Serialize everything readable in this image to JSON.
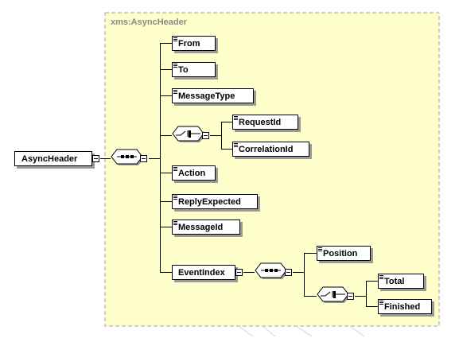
{
  "group": {
    "label": "xms:AsyncHeader"
  },
  "root": {
    "label": "AsyncHeader"
  },
  "elements": {
    "from": "From",
    "to": "To",
    "message_type": "MessageType",
    "request_id": "RequestId",
    "correlation_id": "CorrelationId",
    "action": "Action",
    "reply_expected": "ReplyExpected",
    "message_id": "MessageId",
    "event_index": "EventIndex",
    "position": "Position",
    "total": "Total",
    "finished": "Finished"
  },
  "colors": {
    "group_fill": "#ffffcc",
    "group_border": "#a0a0a0",
    "shadow": "#9a9a9a",
    "line": "#000000"
  },
  "icons": {
    "sequence": "sequence-compositor-icon",
    "choice": "choice-compositor-icon",
    "collapse": "collapse-minus-icon",
    "document": "document-lines-icon"
  }
}
